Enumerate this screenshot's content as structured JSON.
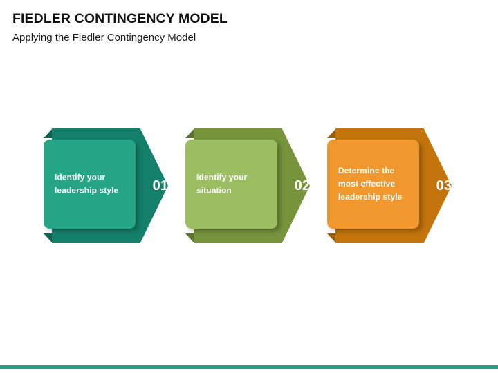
{
  "header": {
    "title": "FIEDLER CONTINGENCY MODEL",
    "subtitle": "Applying the Fiedler Contingency Model"
  },
  "steps": [
    {
      "number": "01",
      "text": "Identify your leadership style",
      "outer_color": "#14806a",
      "inner_color": "#26a586",
      "fold_color": "#0e6350"
    },
    {
      "number": "02",
      "text": "Identify your situation",
      "outer_color": "#77933c",
      "inner_color": "#9dbd63",
      "fold_color": "#5c7430"
    },
    {
      "number": "03",
      "text": "Determine the most effective leadership style",
      "outer_color": "#c3740c",
      "inner_color": "#f0982e",
      "fold_color": "#9c5c08"
    }
  ],
  "theme": {
    "accent_bar_color": "#26a085",
    "title_color": "#111111",
    "background_color": "#ffffff"
  }
}
